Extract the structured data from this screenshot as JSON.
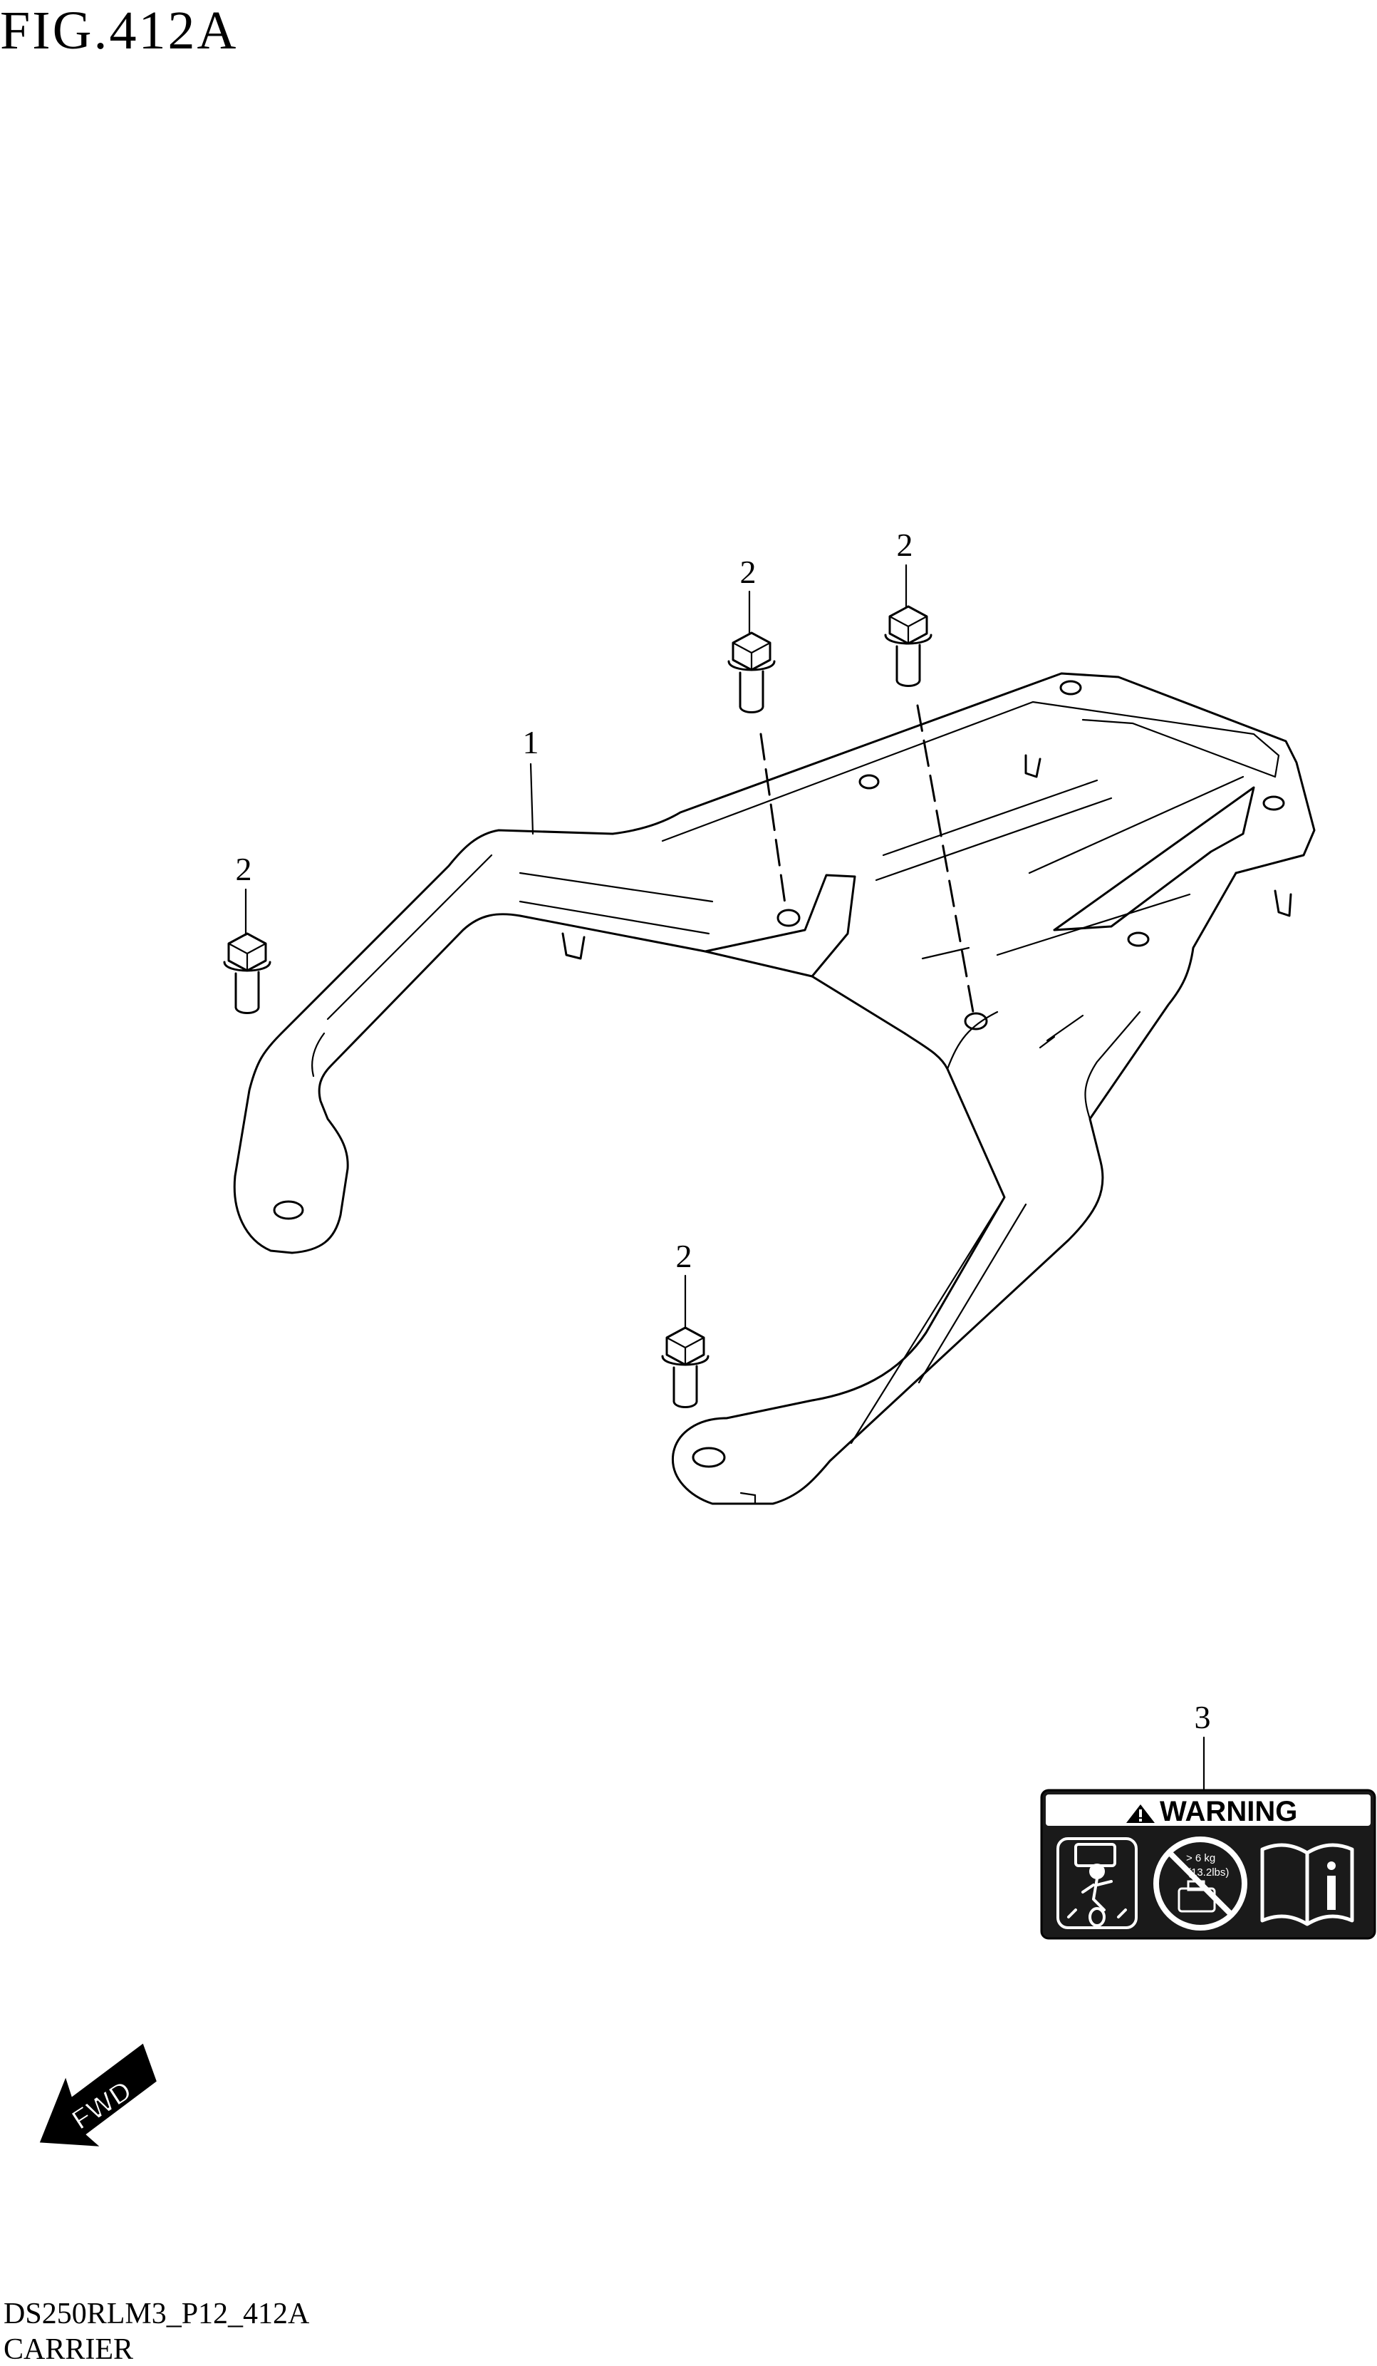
{
  "figure": {
    "title": "FIG.412A",
    "code": "DS250RLM3_P12_412A",
    "name": "CARRIER"
  },
  "callouts": {
    "carrier": "1",
    "bolt_a": "2",
    "bolt_b": "2",
    "bolt_c": "2",
    "bolt_d": "2",
    "label": "3"
  },
  "warning_label": {
    "heading": "WARNING",
    "weight_line1": "> 6 kg",
    "weight_line2": "(13.2lbs)",
    "icons": [
      "rider-with-luggage-icon",
      "no-overload-icon",
      "manual-info-icon"
    ]
  },
  "direction": {
    "arrow_text": "FWD",
    "arrow_icon": "forward-arrow-icon"
  },
  "colors": {
    "ink": "#000000",
    "label_background": "#1a1a1a",
    "paper": "#ffffff"
  }
}
